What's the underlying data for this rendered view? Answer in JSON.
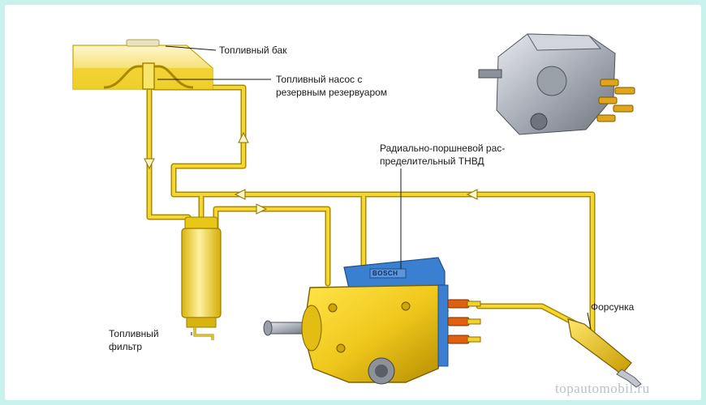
{
  "labels": {
    "fuel_tank": "Топливный бак",
    "fuel_pump_line1": "Топливный насос с",
    "fuel_pump_line2": "резервным резервуаром",
    "injection_pump_line1": "Радиально-поршневой рас-",
    "injection_pump_line2": "пределительный ТНВД",
    "fuel_filter_line1": "Топливный",
    "fuel_filter_line2": "фильтр",
    "injector": "Форсунка"
  },
  "brand_plate": "BOSCH",
  "watermark": "topautomobil.ru",
  "colors": {
    "fuel_line": "#f2d12a",
    "fuel_line_edge": "#9a7d00",
    "pump_body": "#f0c81c",
    "pump_cover": "#3a7fd0",
    "background": "#c9f2ec"
  }
}
